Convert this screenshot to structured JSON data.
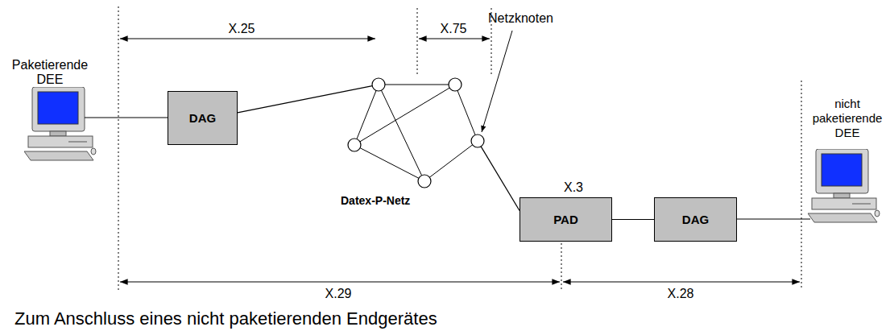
{
  "diagram": {
    "caption": "Zum Anschluss eines nicht paketierenden Endgerätes",
    "nodes": [
      {
        "text": [
          "DAG"
        ]
      },
      {
        "text": [
          "Datex-P-Netz"
        ]
      },
      {
        "text": [
          "PAD"
        ]
      },
      {
        "text": [
          "DAG"
        ]
      }
    ],
    "edges": [
      {
        "from": 0,
        "to": 1,
        "arrow": "none"
      },
      {
        "from": 1,
        "to": 2,
        "arrow": "none"
      },
      {
        "from": 2,
        "to": 3,
        "arrow": "none"
      }
    ],
    "labels": [
      "Paketierende DEE",
      "X.25",
      "X.75",
      "Netzknoten",
      "X.3",
      "nicht paketierende DEE",
      "X.29",
      "X.28"
    ]
  }
}
